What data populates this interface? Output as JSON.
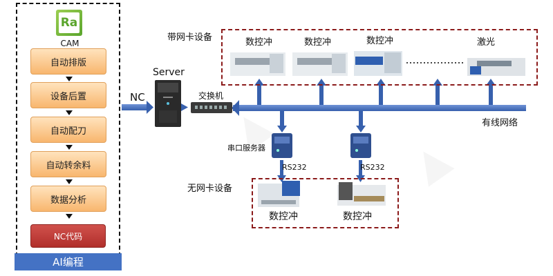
{
  "left_panel": {
    "logo_text": "Ra",
    "cam_label": "CAM",
    "steps": [
      "自动排版",
      "设备后置",
      "自动配刀",
      "自动转余料",
      "数据分析"
    ],
    "nc_code": "NC代码",
    "ai_label": "AI编程"
  },
  "network": {
    "nc_label": "NC",
    "server_label": "Server",
    "switch_label": "交换机",
    "wired_label": "有线网络",
    "serial_label": "串口服务器",
    "rs232_1": "RS232",
    "rs232_2": "RS232"
  },
  "net_group": {
    "title": "带网卡设备",
    "machines": [
      "数控冲",
      "数控冲",
      "数控冲",
      "激光"
    ]
  },
  "nonet_group": {
    "title": "无网卡设备",
    "machines": [
      "数控冲",
      "数控冲"
    ]
  },
  "colors": {
    "bus": "#4472c4",
    "step_fill": "#f8b66e",
    "nc_fill": "#c0392b",
    "dash_border": "#8b1a1a"
  }
}
